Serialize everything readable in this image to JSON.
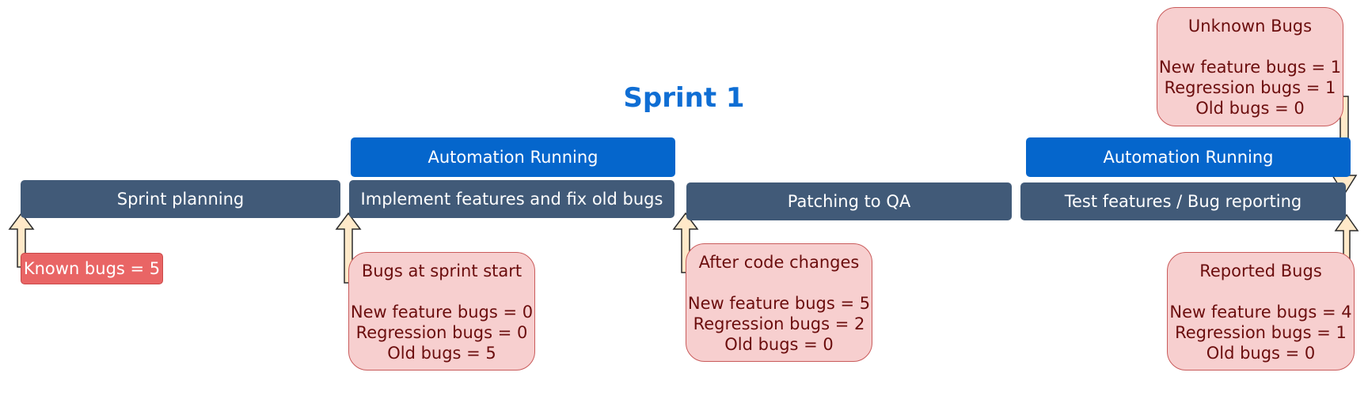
{
  "title": "Sprint 1",
  "automation_bars": [
    "Automation Running",
    "Automation Running"
  ],
  "phases": [
    "Sprint planning",
    "Implement features and fix old bugs",
    "Patching to QA",
    "Test features / Bug reporting"
  ],
  "known_bugs": "Known bugs = 5",
  "notes": {
    "sprint_start": {
      "heading": "Bugs at sprint start",
      "lines": [
        "New feature bugs = 0",
        "Regression bugs = 0",
        "Old bugs = 5"
      ]
    },
    "after_code_changes": {
      "heading": "After code changes",
      "lines": [
        "New feature bugs = 5",
        "Regression bugs = 2",
        "Old bugs = 0"
      ]
    },
    "unknown_bugs": {
      "heading": "Unknown Bugs",
      "lines": [
        "New feature bugs = 1",
        "Regression bugs = 1",
        "Old bugs = 0"
      ]
    },
    "reported_bugs": {
      "heading": "Reported Bugs",
      "lines": [
        "New feature bugs = 4",
        "Regression bugs = 1",
        "Old bugs = 0"
      ]
    }
  },
  "colors": {
    "title": "#0f6ed4",
    "automation": "#0566cc",
    "phase": "#415a78",
    "note_fill": "#f7cfcf",
    "note_border": "#c95b5b",
    "note_text": "#6b0d0d",
    "known_fill": "#e96565",
    "arrow_fill": "#ffe9c9"
  }
}
